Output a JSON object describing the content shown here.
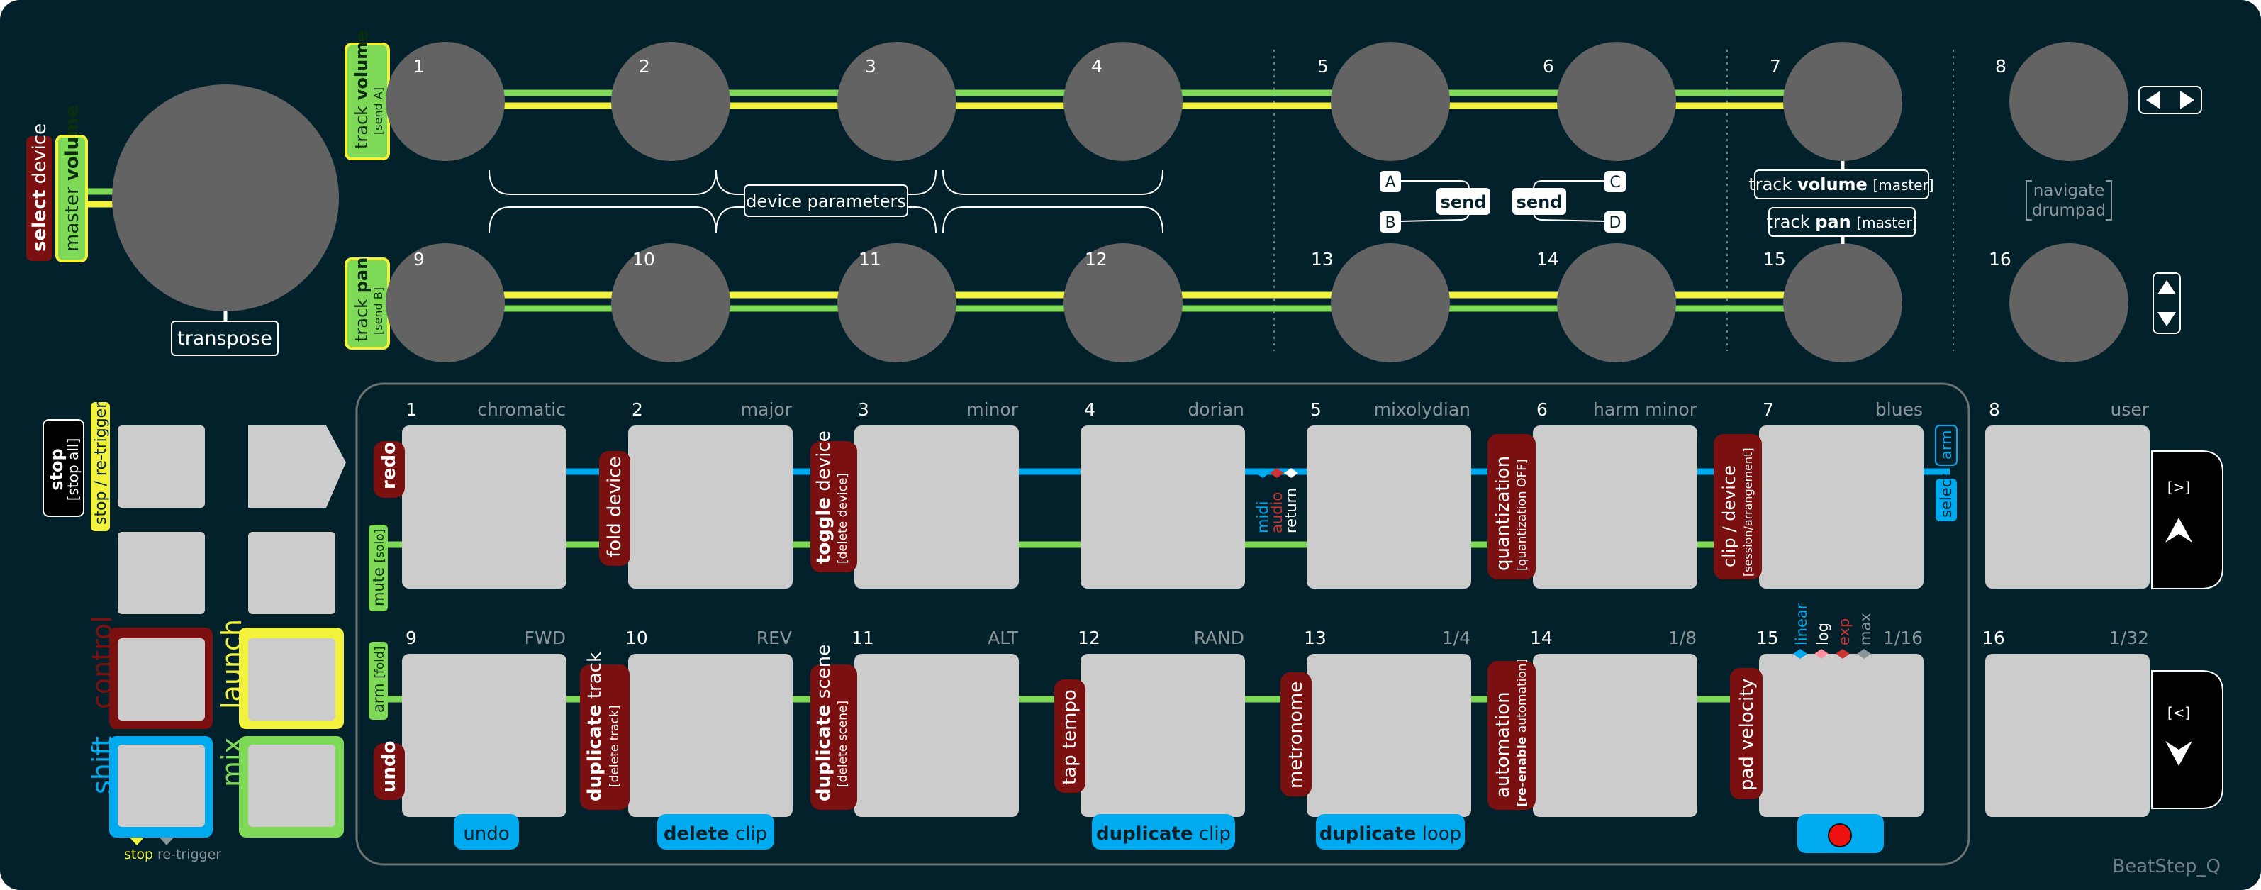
{
  "device_name": "BeatStep_Q",
  "colors": {
    "background": "#03212a",
    "knob": "#636363",
    "pad": "#cccccc",
    "yellow_line": "#f2f23c",
    "green_line": "#7ed957",
    "blue_line": "#00aaee",
    "dark_red": "#7a1010",
    "white": "#ffffff"
  },
  "encoders": {
    "top_numbers": [
      "1",
      "2",
      "3",
      "4",
      "5",
      "6",
      "7",
      "8"
    ],
    "bottom_numbers": [
      "9",
      "10",
      "11",
      "12",
      "13",
      "14",
      "15",
      "16"
    ],
    "label_select": "select",
    "label_device": "device",
    "label_master": "master",
    "label_volume": "volume",
    "label_track_vol": "track",
    "label_track_vol_bold": "volume",
    "label_send_a": "[send A]",
    "label_track_pan": "track",
    "label_track_pan_bold": "pan",
    "label_send_b": "[send B]",
    "transpose": "transpose",
    "device_parameters": "device parameters",
    "send_letters": [
      "A",
      "B",
      "C",
      "D"
    ],
    "send_label": "send",
    "master_vol_a": "track",
    "master_vol_b": "volume",
    "master_vol_c": "[master]",
    "master_pan_a": "track",
    "master_pan_b": "pan",
    "master_pan_c": "[master]",
    "navigate_1": "navigate",
    "navigate_2": "drumpad"
  },
  "left_buttons": {
    "stop": "stop",
    "stop_all": "[stop all]",
    "stop_retrigger": "stop / re-trigger",
    "control": "control",
    "launch": "launch",
    "shift": "shift",
    "mix": "mix",
    "foot_stop": "stop",
    "foot_retrigger": "re-trigger"
  },
  "pads_top": [
    {
      "num": "1",
      "scale": "chromatic"
    },
    {
      "num": "2",
      "scale": "major"
    },
    {
      "num": "3",
      "scale": "minor"
    },
    {
      "num": "4",
      "scale": "dorian"
    },
    {
      "num": "5",
      "scale": "mixolydian"
    },
    {
      "num": "6",
      "scale": "harm minor"
    },
    {
      "num": "7",
      "scale": "blues"
    },
    {
      "num": "8",
      "scale": "user"
    }
  ],
  "pads_bottom": [
    {
      "num": "9",
      "scale": "FWD"
    },
    {
      "num": "10",
      "scale": "REV"
    },
    {
      "num": "11",
      "scale": "ALT"
    },
    {
      "num": "12",
      "scale": "RAND"
    },
    {
      "num": "13",
      "scale": "1/4"
    },
    {
      "num": "14",
      "scale": "1/8"
    },
    {
      "num": "15",
      "scale": "1/16"
    },
    {
      "num": "16",
      "scale": "1/32"
    }
  ],
  "tags": {
    "redo": "redo",
    "mute": "mute",
    "mute_sub": "[solo]",
    "fold": "fold device",
    "toggle_a": "toggle",
    "toggle_b": "device",
    "toggle_sub": "[delete device]",
    "midi": "midi",
    "audio": "audio",
    "return": "return",
    "quant": "quantization",
    "quant_sub": "[quantization OFF]",
    "clip_device": "clip / device",
    "clip_sub": "[session/arrangement]",
    "arm": "arm",
    "select": "select",
    "arm_fold": "arm",
    "arm_fold_sub": "[fold]",
    "undo_side": "undo",
    "dup_track_a": "duplicate",
    "dup_track_b": "track",
    "dup_track_sub": "[delete track]",
    "dup_scene_a": "duplicate",
    "dup_scene_b": "scene",
    "dup_scene_sub": "[delete scene]",
    "tap_tempo": "tap tempo",
    "metronome": "metronome",
    "automation": "automation",
    "automation_sub_a": "[re-enable",
    "automation_sub_b": "automation]",
    "pad_velocity": "pad velocity",
    "linear": "linear",
    "log": "log",
    "exp": "exp",
    "max": "max",
    "bottom_undo": "undo",
    "delete_a": "delete",
    "delete_b": "clip",
    "dupclip_a": "duplicate",
    "dupclip_b": "clip",
    "duploop_a": "duplicate",
    "duploop_b": "loop"
  },
  "side_buttons": {
    "right_glyph": "[>]",
    "left_glyph": "[<]"
  }
}
